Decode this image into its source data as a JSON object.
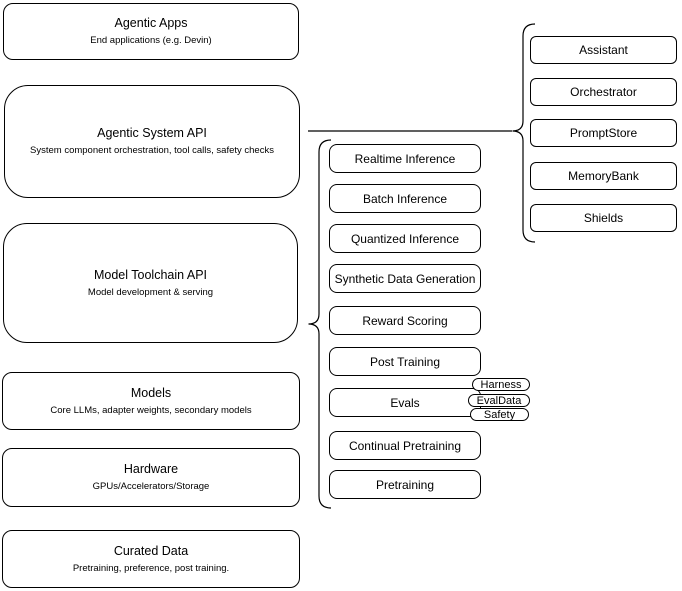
{
  "theme": {
    "background": "#ffffff",
    "stroke": "#000000",
    "text_color": "#000000",
    "node_fill": "#ffffff"
  },
  "left_stack": {
    "boxes": [
      {
        "title": "Agentic Apps",
        "subtitle": "End applications (e.g. Devin)"
      },
      {
        "title": "Agentic System API",
        "subtitle": "System component orchestration, tool calls, safety checks"
      },
      {
        "title": "Model Toolchain API",
        "subtitle": "Model development & serving"
      },
      {
        "title": "Models",
        "subtitle": "Core LLMs, adapter weights, secondary models"
      },
      {
        "title": "Hardware",
        "subtitle": "GPUs/Accelerators/Storage"
      },
      {
        "title": "Curated Data",
        "subtitle": "Pretraining, preference, post training."
      }
    ]
  },
  "toolchain_group": {
    "items": [
      {
        "label": "Realtime Inference"
      },
      {
        "label": "Batch Inference"
      },
      {
        "label": "Quantized Inference"
      },
      {
        "label": "Synthetic Data Generation"
      },
      {
        "label": "Reward Scoring"
      },
      {
        "label": "Post Training"
      },
      {
        "label": "Evals"
      },
      {
        "label": "Continual Pretraining"
      },
      {
        "label": "Pretraining"
      }
    ],
    "eval_tags": [
      {
        "label": "Harness"
      },
      {
        "label": "EvalData"
      },
      {
        "label": "Safety"
      }
    ]
  },
  "system_group": {
    "items": [
      {
        "label": "Assistant"
      },
      {
        "label": "Orchestrator"
      },
      {
        "label": "PromptStore"
      },
      {
        "label": "MemoryBank"
      },
      {
        "label": "Shields"
      }
    ]
  }
}
